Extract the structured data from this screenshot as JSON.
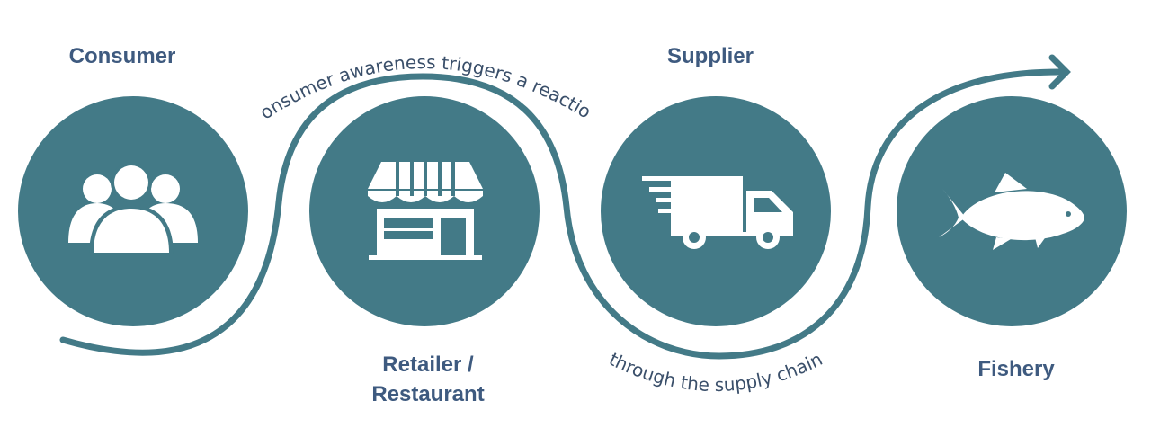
{
  "nodes": [
    {
      "label": "Consumer",
      "icon": "people-group-icon"
    },
    {
      "label_line1": "Retailer /",
      "label_line2": "Restaurant",
      "icon": "storefront-icon"
    },
    {
      "label": "Supplier",
      "icon": "delivery-truck-icon"
    },
    {
      "label": "Fishery",
      "icon": "fish-icon"
    }
  ],
  "flow": {
    "upper_caption": "consumer awareness triggers a reaction",
    "lower_caption": "through the supply chain",
    "arrow_icon": "chevron-arrow-icon"
  },
  "colors": {
    "circle": "#437a87",
    "label": "#3e5a7f",
    "caption": "#3a4f6a",
    "icon": "#ffffff"
  }
}
